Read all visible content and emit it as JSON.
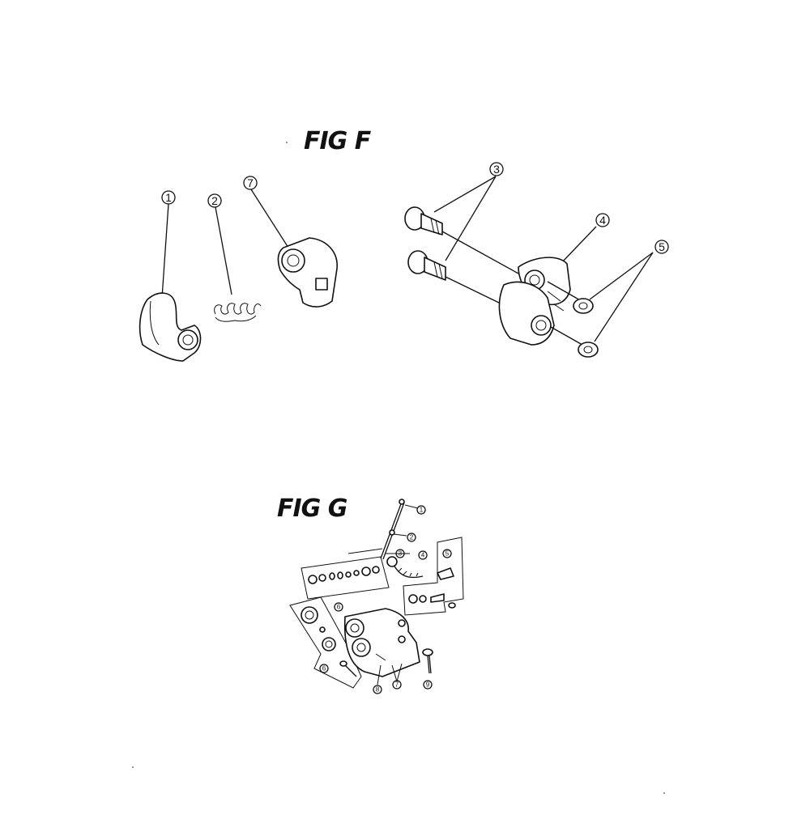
{
  "figures": {
    "f": {
      "title": "FIG F",
      "callouts": [
        "1",
        "2",
        "7",
        "3",
        "4",
        "5"
      ]
    },
    "g": {
      "title": "FIG G",
      "callouts": [
        "1",
        "2",
        "3",
        "4",
        "5",
        "6",
        "7",
        "8",
        "9",
        "6"
      ]
    }
  }
}
